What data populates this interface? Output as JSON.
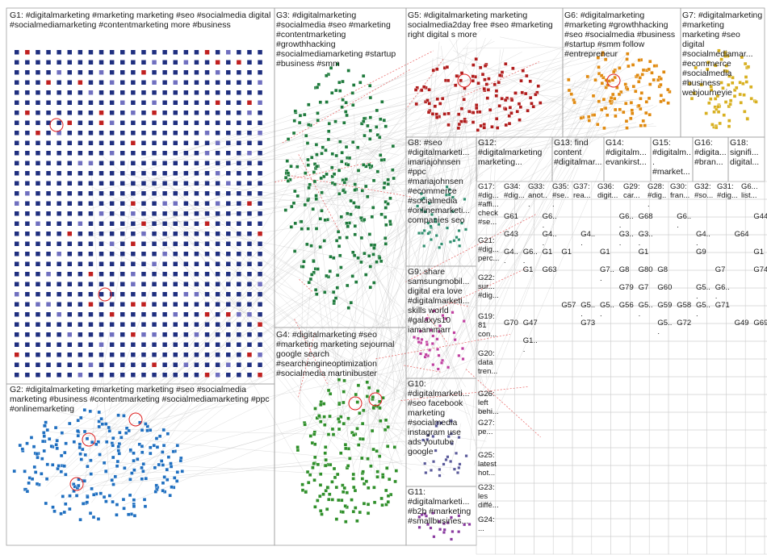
{
  "colors": {
    "g1": "#1f2f80",
    "g2": "#1f6fc0",
    "g3": "#1e7a3c",
    "g4": "#2f8f2a",
    "g5": "#b01c1c",
    "g6": "#e08a10",
    "g7": "#d8b020",
    "g8": "#2f8f6f",
    "g9": "#c040a0",
    "g10": "#5a5a9a",
    "g11": "#8a3aa0",
    "edge": "#b8b8b8",
    "edge_red": "#e02020",
    "border": "#a0a0a0"
  },
  "groups": [
    {
      "id": "G1",
      "label": "G1: #digitalmarketing #marketing marketing #seo #socialmedia digital #socialmediamarketing #contentmarketing more #business"
    },
    {
      "id": "G2",
      "label": "G2: #digitalmarketing #marketing marketing #seo #socialmedia marketing #business #contentmarketing #socialmediamarketing #ppc #onlinemarketing"
    },
    {
      "id": "G3",
      "label": "G3: #digitalmarketing #socialmedia #seo #marketing #contentmarketing #growthhacking #socialmediamarketing #startup #business #smm"
    },
    {
      "id": "G4",
      "label": "G4: #digitalmarketing #seo #marketing marketing sejournal google search #searchengineoptimization #socialmedia martinibuster"
    },
    {
      "id": "G5",
      "label": "G5: #digitalmarketing marketing socialmedia2day free #seo #marketing right digital s more"
    },
    {
      "id": "G6",
      "label": "G6: #digitalmarketing #marketing #growthhacking #seo #socialmedia #business #startup #smm follow #entrepreneur"
    },
    {
      "id": "G7",
      "label": "G7: #digitalmarketing #marketing marketing #seo digital #socialmediamar... #ecommerce #socialmedia #business webjourneyie"
    },
    {
      "id": "G8",
      "label": "G8: #seo #digitalmarketi... imariajohnsen #ppc #mariajohnsen #ecommerce #socialmedia #onlinemarketi... companies seo"
    },
    {
      "id": "G9",
      "label": "G9: share samsungmobil... digital era love #digitalmarketi... skills world #galaxys10 iamammarr"
    },
    {
      "id": "G10",
      "label": "G10: #digitalmarketi... #seo facebook marketing #socialmedia instagram use ads youtube google"
    },
    {
      "id": "G11",
      "label": "G11: #digitalmarketi... #b2b #marketing #smallbusines..."
    },
    {
      "id": "G12",
      "label": "G12: #digitalmarketing marketing..."
    },
    {
      "id": "G13",
      "label": "G13: find content #digitalmar..."
    },
    {
      "id": "G14",
      "label": "G14: #digitalm... evankirst..."
    },
    {
      "id": "G15",
      "label": "G15: #digitalm... #market..."
    },
    {
      "id": "G16",
      "label": "G16: #digita... #bran..."
    },
    {
      "id": "G18",
      "label": "G18: signifi... digital..."
    },
    {
      "id": "G17",
      "label": "G17: #dig... #affi... check #se..."
    },
    {
      "id": "G34",
      "label": "G34: #dig..."
    },
    {
      "id": "G33",
      "label": "G33: anot..."
    },
    {
      "id": "G35",
      "label": "G35: #se..."
    },
    {
      "id": "G37",
      "label": "G37: rea..."
    },
    {
      "id": "G36",
      "label": "G36: digit..."
    },
    {
      "id": "G29",
      "label": "G29: car..."
    },
    {
      "id": "G28",
      "label": "G28: #dig..."
    },
    {
      "id": "G30",
      "label": "G30: fran..."
    },
    {
      "id": "G32",
      "label": "G32: #so..."
    },
    {
      "id": "G31",
      "label": "G31: #dig..."
    },
    {
      "id": "G6x",
      "label": "G6... list..."
    },
    {
      "id": "G21",
      "label": "G21: #dig... perc..."
    },
    {
      "id": "G22",
      "label": "G22: sur... #dig..."
    },
    {
      "id": "G19",
      "label": "G19: 81 con..."
    },
    {
      "id": "G20",
      "label": "G20: data tren..."
    },
    {
      "id": "G26",
      "label": "G26: left behi..."
    },
    {
      "id": "G27",
      "label": "G27: pe..."
    },
    {
      "id": "G25",
      "label": "G25: latest hot..."
    },
    {
      "id": "G23",
      "label": "G23: les diffé..."
    },
    {
      "id": "G24",
      "label": "G24: ..."
    }
  ],
  "mini_labels": [
    "G61",
    "G6...",
    "G6...",
    "G68",
    "G6...",
    "G44",
    "G43",
    "G4...",
    "G4...",
    "G3...",
    "G3...",
    "G4...",
    "G64",
    "G4...",
    "G6...",
    "G1",
    "G1",
    "G1",
    "G1",
    "G9",
    "G1",
    "G1",
    "G63",
    "G7...",
    "G8",
    "G80",
    "G8",
    "G7",
    "G74",
    "G79",
    "G7",
    "G60",
    "G5...",
    "G6...",
    "G57",
    "G5...",
    "G5...",
    "G56",
    "G5...",
    "G59",
    "G58",
    "G5...",
    "G71",
    "G70",
    "G47",
    "G73",
    "G5...",
    "G72",
    "G49",
    "G69",
    "G1..."
  ]
}
